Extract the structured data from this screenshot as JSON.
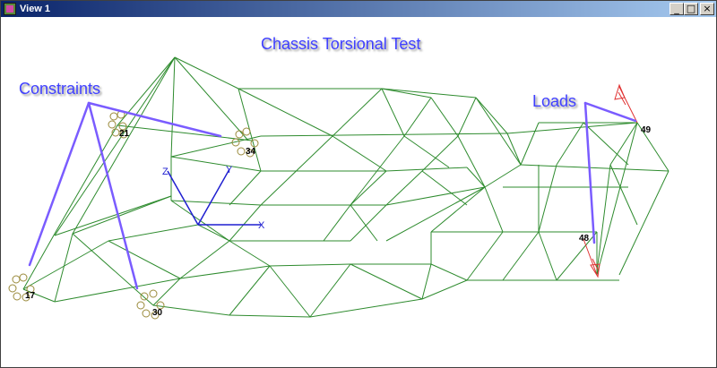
{
  "window": {
    "title": "View 1"
  },
  "annotations": {
    "title": "Chassis Torsional Test",
    "constraints": "Constraints",
    "loads": "Loads"
  },
  "nodes": [
    "21",
    "34",
    "17",
    "30",
    "49",
    "48"
  ],
  "axes": {
    "x": "X",
    "y": "Y",
    "z": "Z"
  },
  "colors": {
    "mesh": "#2e8b2e",
    "annotation": "#3f3fff",
    "pointer": "#7a5cff",
    "axis": "#1f1fd0",
    "load": "#e03030",
    "constraint": "#9a8a3a"
  }
}
